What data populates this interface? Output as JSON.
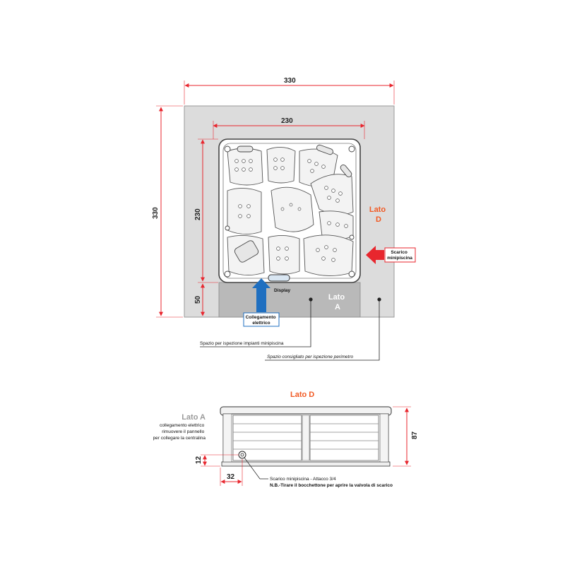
{
  "top_view": {
    "dim_outer_width": "330",
    "dim_outer_height": "330",
    "dim_spa_width": "230",
    "dim_spa_height": "230",
    "dim_service": "50",
    "lato_d_line1": "Lato",
    "lato_d_line2": "D",
    "lato_a_line1": "Lato",
    "lato_a_line2": "A",
    "display_label": "Display",
    "scarico_line1": "Scarico",
    "scarico_line2": "minipiscina",
    "collegamento_line1": "Collegamento",
    "collegamento_line2": "elettrico",
    "callout_impianti": "Spazio per ispezione impianti minipiscina",
    "callout_perimetro": "Spazio consigliato per ispezione perimetro"
  },
  "side_view": {
    "title": "Lato D",
    "lato_a_title": "Lato A",
    "note_line1": "collegamento elettrico",
    "note_line2": "rimuovere il pannello",
    "note_line3": "per collegare la centralina",
    "dim_height": "87",
    "dim_drain_height": "12",
    "dim_drain_offset": "32",
    "drain_label": "Scarico minipiscina - Attacco 3/4",
    "drain_note": "N.B.-Tirare il bocchettone per aprire la valvola di scarico"
  },
  "colors": {
    "accent_red": "#e8262e",
    "lato_orange": "#f15a24",
    "arrow_blue": "#1f6fc0",
    "frame_gray": "#dcdcdc",
    "service_gray": "#b9b9b9"
  }
}
